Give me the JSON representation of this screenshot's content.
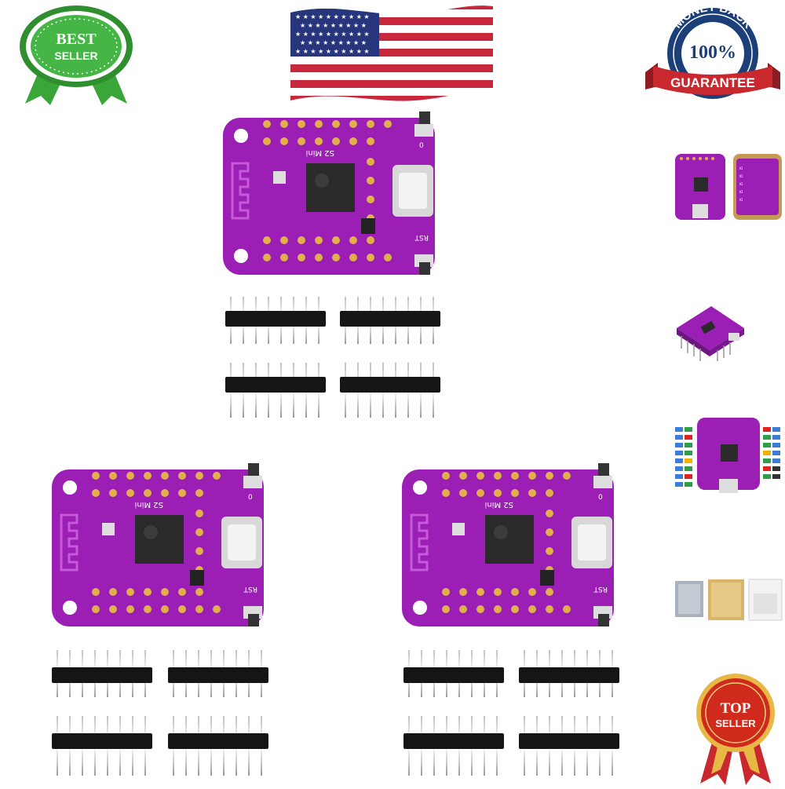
{
  "badges": {
    "best_seller": {
      "line1": "BEST",
      "line2": "SELLER",
      "color": "#3aa63a"
    },
    "money_back": {
      "arc": "MONEY BACK",
      "percent": "100%",
      "ribbon": "GUARANTEE",
      "navy": "#1c3f7a",
      "red": "#c8282e"
    },
    "top_seller": {
      "line1": "TOP",
      "line2": "SELLER",
      "red": "#d02a1d",
      "gold": "#e7b845"
    }
  },
  "flag": {
    "name": "us-flag",
    "red": "#c8283b",
    "blue": "#27357c"
  },
  "board": {
    "silk_label": "S2 Mini",
    "rst_label": "RST",
    "zero_label": "0",
    "pcb_color": "#9b1fb4",
    "pad_color": "#e2b04a"
  },
  "products": [
    {
      "name": "product-set-top"
    },
    {
      "name": "product-set-bottom-left"
    },
    {
      "name": "product-set-bottom-right"
    }
  ],
  "thumbnails": [
    {
      "name": "thumbnail-front-back"
    },
    {
      "name": "thumbnail-angled-view"
    },
    {
      "name": "thumbnail-pinout-diagram"
    },
    {
      "name": "thumbnail-packaging"
    }
  ]
}
